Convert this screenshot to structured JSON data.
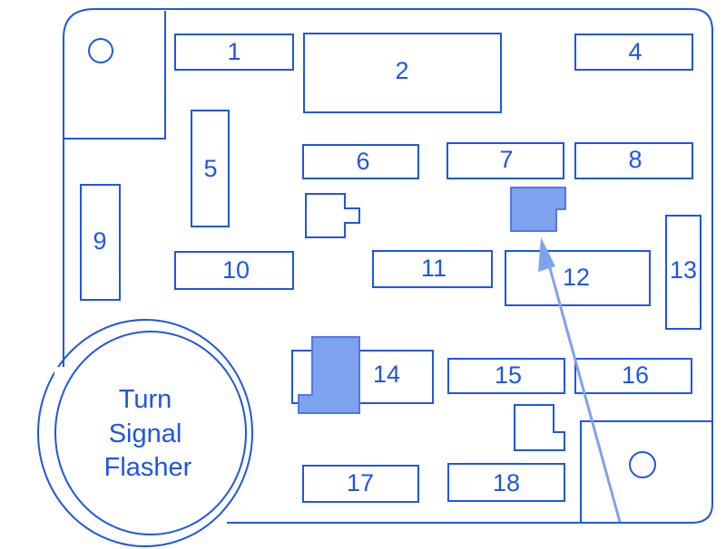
{
  "diagram": {
    "fuses": [
      {
        "id": "1",
        "label": "1"
      },
      {
        "id": "2",
        "label": "2"
      },
      {
        "id": "4",
        "label": "4"
      },
      {
        "id": "5",
        "label": "5"
      },
      {
        "id": "6",
        "label": "6"
      },
      {
        "id": "7",
        "label": "7"
      },
      {
        "id": "8",
        "label": "8"
      },
      {
        "id": "9",
        "label": "9"
      },
      {
        "id": "10",
        "label": "10"
      },
      {
        "id": "11",
        "label": "11"
      },
      {
        "id": "12",
        "label": "12"
      },
      {
        "id": "13",
        "label": "13"
      },
      {
        "id": "14",
        "label": "14"
      },
      {
        "id": "15",
        "label": "15"
      },
      {
        "id": "16",
        "label": "16"
      },
      {
        "id": "17",
        "label": "17"
      },
      {
        "id": "18",
        "label": "18"
      }
    ],
    "flasher": {
      "line1": "Turn",
      "line2": "Signal",
      "line3": "Flasher"
    },
    "colors": {
      "line": "#1f55e8",
      "highlight": "#7fa2ee"
    }
  }
}
